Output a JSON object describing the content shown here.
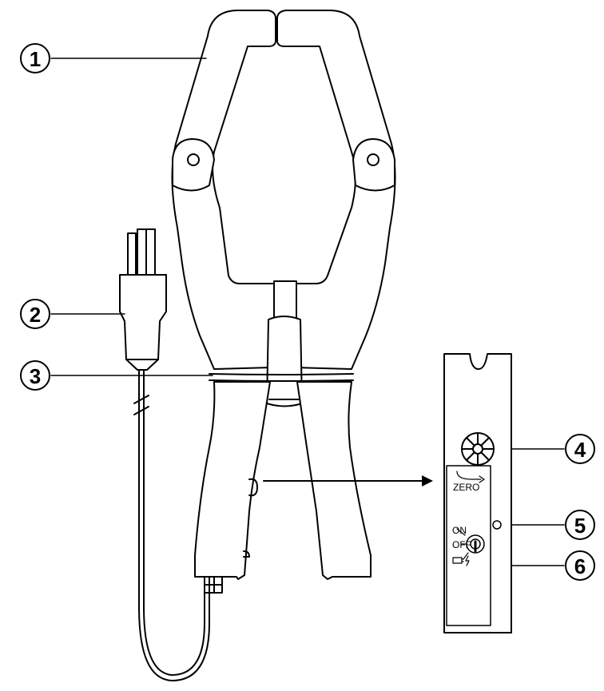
{
  "callouts": [
    {
      "number": "1",
      "target": "jaws"
    },
    {
      "number": "2",
      "target": "output-connector"
    },
    {
      "number": "3",
      "target": "hand-guard"
    },
    {
      "number": "4",
      "target": "zero-adjust-knob"
    },
    {
      "number": "5",
      "target": "indicator-led"
    },
    {
      "number": "6",
      "target": "power-switch"
    }
  ],
  "panel": {
    "zero_label": "ZERO",
    "on_label": "ON",
    "off_label": "OFF"
  },
  "colors": {
    "line": "#000000",
    "fill": "#ffffff"
  }
}
